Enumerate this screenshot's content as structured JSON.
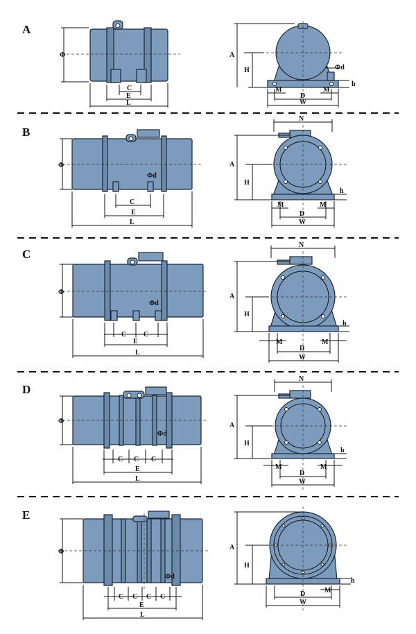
{
  "sections": [
    {
      "letter": "A",
      "side": {
        "phi": "Φ",
        "d": "",
        "c": [
          "C"
        ],
        "e": "E",
        "l": "L"
      },
      "front": {
        "a": "A",
        "h": "H",
        "m1": "M",
        "m2": "M",
        "d": "D",
        "w": "W",
        "n": "",
        "hh": "h",
        "phid": "Φd"
      }
    },
    {
      "letter": "B",
      "side": {
        "phi": "Φ",
        "d": "Φd",
        "c": [
          "C"
        ],
        "e": "E",
        "l": "L"
      },
      "front": {
        "a": "A",
        "h": "H",
        "m1": "M",
        "m2": "M",
        "d": "D",
        "w": "W",
        "n": "N",
        "hh": "h",
        "phid": ""
      }
    },
    {
      "letter": "C",
      "side": {
        "phi": "Φ",
        "d": "Φd",
        "c": [
          "C",
          "C"
        ],
        "e": "E",
        "l": "L"
      },
      "front": {
        "a": "A",
        "h": "H",
        "m1": "M",
        "m2": "M",
        "d": "D",
        "w": "W",
        "n": "N",
        "hh": "h",
        "phid": ""
      }
    },
    {
      "letter": "D",
      "side": {
        "phi": "Φ",
        "d": "Φd",
        "c": [
          "C",
          "C",
          "C"
        ],
        "e": "E",
        "l": "L"
      },
      "front": {
        "a": "A",
        "h": "H",
        "m1": "M",
        "m2": "M",
        "d": "D",
        "w": "W",
        "n": "N",
        "hh": "h",
        "phid": ""
      }
    },
    {
      "letter": "E",
      "side": {
        "phi": "Φ",
        "d": "Φd",
        "c": [
          "C",
          "C",
          "C",
          "C"
        ],
        "e": "E",
        "l": "L"
      },
      "front": {
        "a": "A",
        "h": "H",
        "m1": "",
        "m2": "M",
        "d": "D",
        "w": "W",
        "n": "",
        "hh": "h",
        "phid": ""
      }
    }
  ]
}
